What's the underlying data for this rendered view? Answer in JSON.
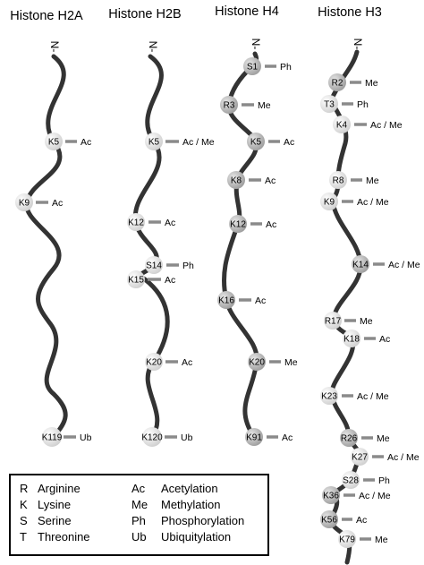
{
  "histones": [
    {
      "name": "Histone H2A",
      "nterm": "N-",
      "residues": [
        {
          "label": "K5",
          "mod": "Ac"
        },
        {
          "label": "K9",
          "mod": "Ac"
        },
        {
          "label": "K119",
          "mod": "Ub"
        }
      ]
    },
    {
      "name": "Histone H2B",
      "nterm": "N-",
      "residues": [
        {
          "label": "K5",
          "mod": "Ac / Me"
        },
        {
          "label": "K12",
          "mod": "Ac"
        },
        {
          "label": "S14",
          "mod": "Ph"
        },
        {
          "label": "K15",
          "mod": "Ac"
        },
        {
          "label": "K20",
          "mod": "Ac"
        },
        {
          "label": "K120",
          "mod": "Ub"
        }
      ]
    },
    {
      "name": "Histone H4",
      "nterm": "N-",
      "residues": [
        {
          "label": "S1",
          "mod": "Ph"
        },
        {
          "label": "R3",
          "mod": "Me"
        },
        {
          "label": "K5",
          "mod": "Ac"
        },
        {
          "label": "K8",
          "mod": "Ac"
        },
        {
          "label": "K12",
          "mod": "Ac"
        },
        {
          "label": "K16",
          "mod": "Ac"
        },
        {
          "label": "K20",
          "mod": "Me"
        },
        {
          "label": "K91",
          "mod": "Ac"
        }
      ]
    },
    {
      "name": "Histone H3",
      "nterm": "N-",
      "residues": [
        {
          "label": "R2",
          "mod": "Me"
        },
        {
          "label": "T3",
          "mod": "Ph"
        },
        {
          "label": "K4",
          "mod": "Ac / Me"
        },
        {
          "label": "R8",
          "mod": "Me"
        },
        {
          "label": "K9",
          "mod": "Ac / Me"
        },
        {
          "label": "K14",
          "mod": "Ac / Me"
        },
        {
          "label": "R17",
          "mod": "Me"
        },
        {
          "label": "K18",
          "mod": "Ac"
        },
        {
          "label": "K23",
          "mod": "Ac / Me"
        },
        {
          "label": "R26",
          "mod": "Me"
        },
        {
          "label": "K27",
          "mod": "Ac / Me"
        },
        {
          "label": "S28",
          "mod": "Ph"
        },
        {
          "label": "K36",
          "mod": "Ac / Me"
        },
        {
          "label": "K56",
          "mod": "Ac"
        },
        {
          "label": "K79",
          "mod": "Me"
        }
      ]
    }
  ],
  "legend": {
    "amino_acids": [
      {
        "abbr": "R",
        "name": "Arginine"
      },
      {
        "abbr": "K",
        "name": "Lysine"
      },
      {
        "abbr": "S",
        "name": "Serine"
      },
      {
        "abbr": "T",
        "name": "Threonine"
      }
    ],
    "modifications": [
      {
        "abbr": "Ac",
        "name": "Acetylation"
      },
      {
        "abbr": "Me",
        "name": "Methylation"
      },
      {
        "abbr": "Ph",
        "name": "Phosphorylation"
      },
      {
        "abbr": "Ub",
        "name": "Ubiquitylation"
      }
    ]
  },
  "colors": {
    "tail": "#333333",
    "residue_light": "#d6d6d6",
    "residue_mid": "#a9a9a9",
    "residue_dark": "#7d7d7d",
    "modification_dash": "#8a8a8a"
  }
}
